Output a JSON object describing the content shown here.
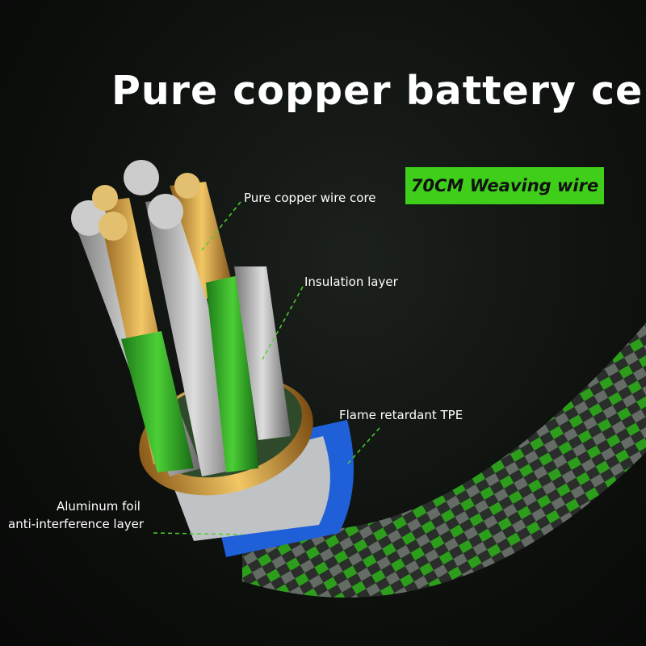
{
  "title": "Pure copper battery cell",
  "badge": "70CM Weaving wire",
  "labels": {
    "core": "Pure copper wire core",
    "insulation": "Insulation layer",
    "tpe": "Flame retardant TPE",
    "foil_line1": "Aluminum foil",
    "foil_line2": "anti-interference layer"
  },
  "colors": {
    "accent": "#3fcf1a",
    "leader": "#49d12a",
    "copper": "#d9a441",
    "insulation": "#3fae2a",
    "tpe": "#1f5fd8"
  }
}
